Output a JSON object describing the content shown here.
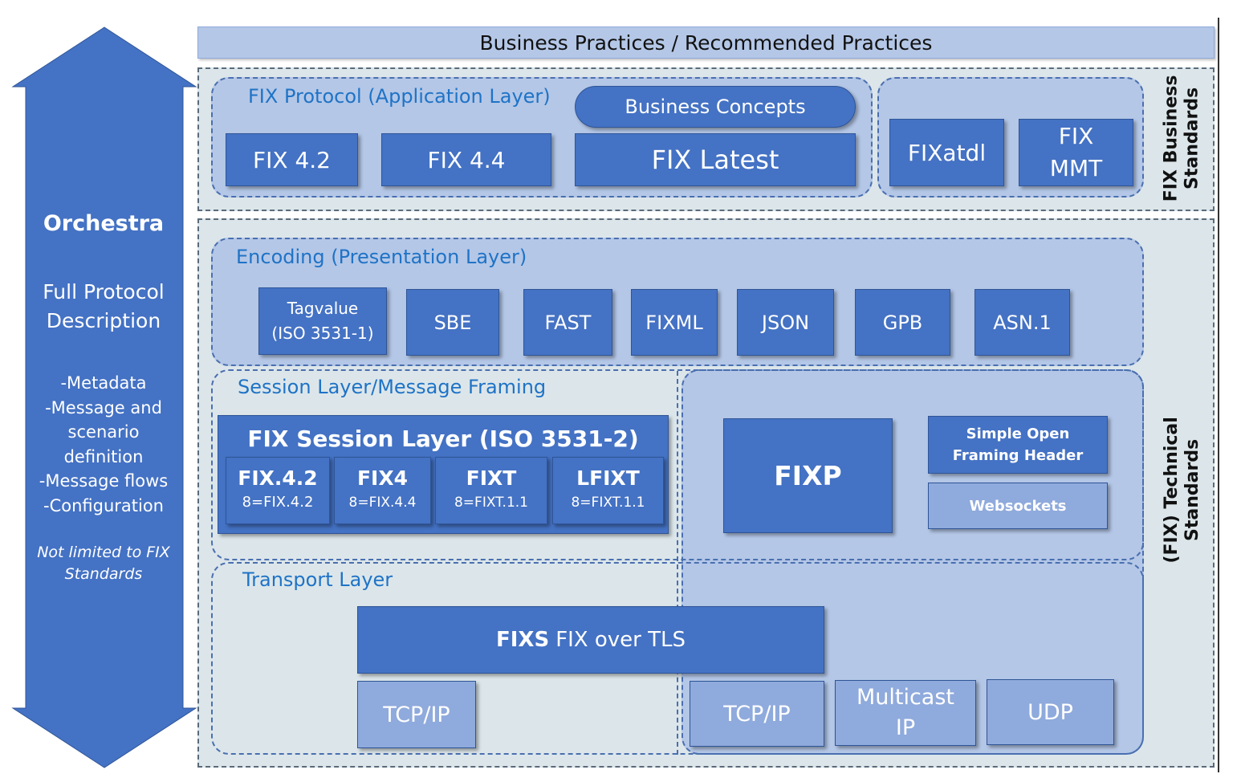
{
  "banner": "Business Practices / Recommended Practices",
  "orchestra": {
    "title": "Orchestra",
    "desc_line1": "Full Protocol",
    "desc_line2": "Description",
    "items": [
      "-Metadata",
      "-Message and",
      "scenario",
      "definition",
      "-Message flows",
      "-Configuration"
    ],
    "note_line1": "Not limited to FIX",
    "note_line2": "Standards"
  },
  "business_standards": {
    "label_line1": "FIX Business",
    "label_line2": "Standards",
    "app_layer": {
      "title": "FIX Protocol (Application Layer)",
      "business_concepts": "Business Concepts",
      "versions": [
        "FIX 4.2",
        "FIX 4.4",
        "FIX Latest"
      ]
    },
    "extras": {
      "fixatdl": "FIXatdl",
      "fixmmt_line1": "FIX",
      "fixmmt_line2": "MMT"
    }
  },
  "technical_standards": {
    "label_line1": "(FIX) Technical",
    "label_line2": "Standards",
    "encoding": {
      "title": "Encoding (Presentation Layer)",
      "tagvalue_line1": "Tagvalue",
      "tagvalue_line2": "(ISO 3531-1)",
      "formats": [
        "SBE",
        "FAST",
        "FIXML",
        "JSON",
        "GPB",
        "ASN.1"
      ]
    },
    "session": {
      "title": "Session Layer/Message Framing",
      "fix_session_layer": "FIX Session Layer (ISO 3531-2)",
      "versions": [
        {
          "name": "FIX.4.2",
          "begin": "8=FIX.4.2"
        },
        {
          "name": "FIX4",
          "begin": "8=FIX.4.4"
        },
        {
          "name": "FIXT",
          "begin": "8=FIXT.1.1"
        },
        {
          "name": "LFIXT",
          "begin": "8=FIXT.1.1"
        }
      ],
      "fixp": "FIXP",
      "sofh_line1": "Simple Open",
      "sofh_line2": "Framing Header",
      "websockets": "Websockets"
    },
    "transport": {
      "title": "Transport Layer",
      "fixs_bold": "FIXS",
      "fixs_rest": "FIX over TLS",
      "tcpip_left": "TCP/IP",
      "tcpip_right": "TCP/IP",
      "multicast_line1": "Multicast",
      "multicast_line2": "IP",
      "udp": "UDP"
    }
  },
  "colors": {
    "box_blue": "#4472c4",
    "light_box": "#8faadc",
    "region_fill": "#b4c7e7",
    "outer_fill": "#dce6ea",
    "title_blue": "#1f73c6"
  }
}
